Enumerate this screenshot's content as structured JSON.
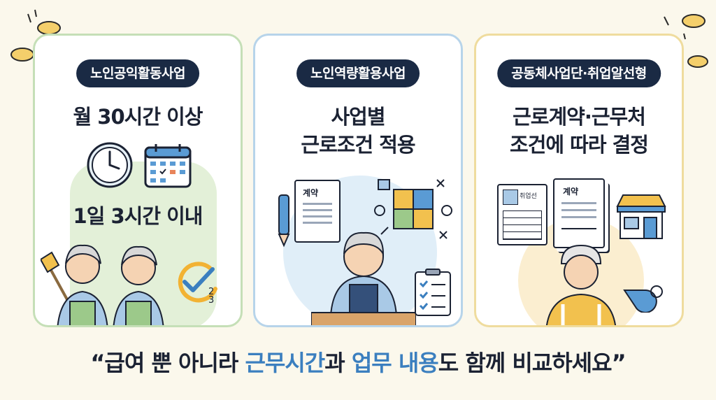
{
  "panels": [
    {
      "pill": "노인공익활동사업",
      "headline_top": "월 30시간 이상",
      "headline_bottom": "1일 3시간 이내",
      "icon_badge": "2 3"
    },
    {
      "pill": "노인역량활용사업",
      "headline_line1": "사업별",
      "headline_line2": "근로조건 적용",
      "doc_label": "계약"
    },
    {
      "pill": "공동체사업단·취업알선형",
      "headline_line1": "근로계약·근무처",
      "headline_line2": "조건에 따라 결정",
      "card_label": "취업선",
      "doc_label": "계약"
    }
  ],
  "footer": {
    "open_quote": "“",
    "part1": "급여 뿐 아니라 ",
    "highlight1": "근무시간",
    "part2": "과 ",
    "highlight2": "업무 내용",
    "part3": "도 함께 비교하세요",
    "close_quote": "”"
  },
  "colors": {
    "navy": "#1a2a44",
    "highlight_blue": "#3b7fbf",
    "green_border": "#c5dfb7",
    "blue_border": "#b7d4ea",
    "yellow_border": "#efdc9e",
    "background": "#fbf8ec"
  },
  "icons": [
    "clock-icon",
    "calendar-icon",
    "check-icon",
    "pen-icon",
    "contract-icon",
    "puzzle-icon",
    "checklist-icon",
    "id-card-icon",
    "shop-icon",
    "whistle-icon",
    "coin-icon"
  ]
}
